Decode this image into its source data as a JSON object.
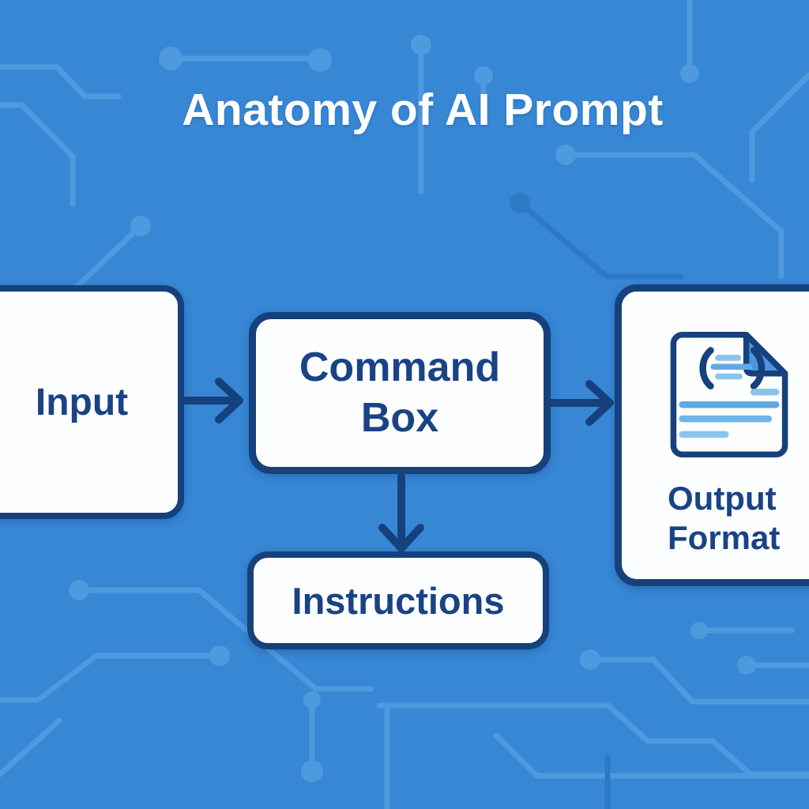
{
  "title": "Anatomy of AI Prompt",
  "flow": {
    "input": {
      "label": "Input"
    },
    "command_box": {
      "label": "Command Box"
    },
    "instructions": {
      "label": "Instructions"
    },
    "output": {
      "label": "Output Format"
    }
  },
  "connections": [
    {
      "from": "input",
      "to": "command_box",
      "direction": "right"
    },
    {
      "from": "command_box",
      "to": "output",
      "direction": "right"
    },
    {
      "from": "command_box",
      "to": "instructions",
      "direction": "down"
    }
  ],
  "icons": {
    "output_document": "code-document-icon"
  },
  "colors": {
    "background": "#3787d5",
    "box_fill": "#fdfeff",
    "outline_navy": "#16417c",
    "text_navy": "#1a4386",
    "title_white": "#ffffff",
    "fold_blue": "#4b97dd",
    "icon_line_light": "#8ac4ee",
    "icon_line_medium": "#60aae4",
    "trace_light": "#4f9ade",
    "trace_dark": "#2e79c6"
  }
}
